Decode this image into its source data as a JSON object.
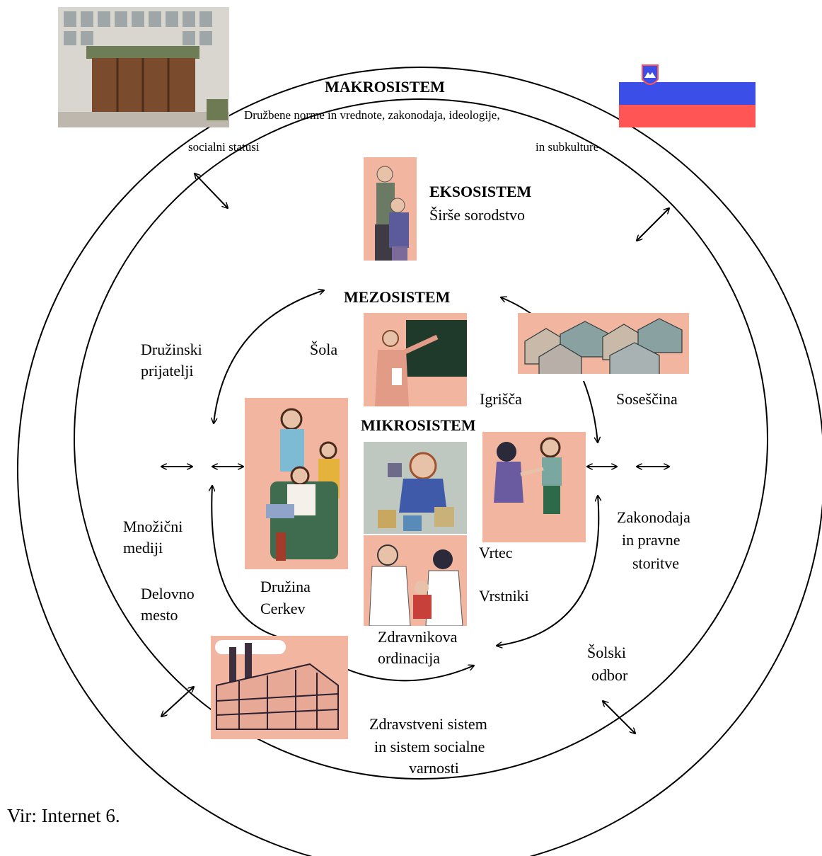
{
  "levels": {
    "macro": {
      "title": "MAKROSISTEM",
      "desc_line1": "Družbene norme in vrednote, zakonodaja, ideologije,",
      "desc_left": "socialni statusi",
      "desc_right": "in  subkulture"
    },
    "exo": {
      "title": "EKSOSISTEM",
      "desc": "Širše sorodstvo"
    },
    "meso": {
      "title": "MEZOSISTEM"
    },
    "micro": {
      "title": "MIKROSISTEM"
    }
  },
  "labels": {
    "family_friends": [
      "Družinski",
      "prijatelji"
    ],
    "school": "Šola",
    "playgrounds": "Igrišča",
    "neighbourhood": "Soseščina",
    "mass_media": [
      "Množični",
      "mediji"
    ],
    "workplace": [
      "Delovno",
      "mesto"
    ],
    "family_church": [
      "Družina",
      "Cerkev"
    ],
    "kindergarten": "Vrtec",
    "peers": "Vrstniki",
    "legislation": [
      "Zakonodaja",
      "in pravne",
      "storitve"
    ],
    "doctor": [
      "Zdravnikova",
      "ordinacija"
    ],
    "school_board": [
      "Šolski",
      "odbor"
    ],
    "health_system": [
      "Zdravstveni sistem",
      "in sistem socialne",
      "varnosti"
    ]
  },
  "source": "Vir: Internet 6.",
  "colors": {
    "skin_bg": "#f2b5a0",
    "flag_white": "#ffffff",
    "flag_blue": "#3b4ee8",
    "flag_red": "#ff5555"
  }
}
